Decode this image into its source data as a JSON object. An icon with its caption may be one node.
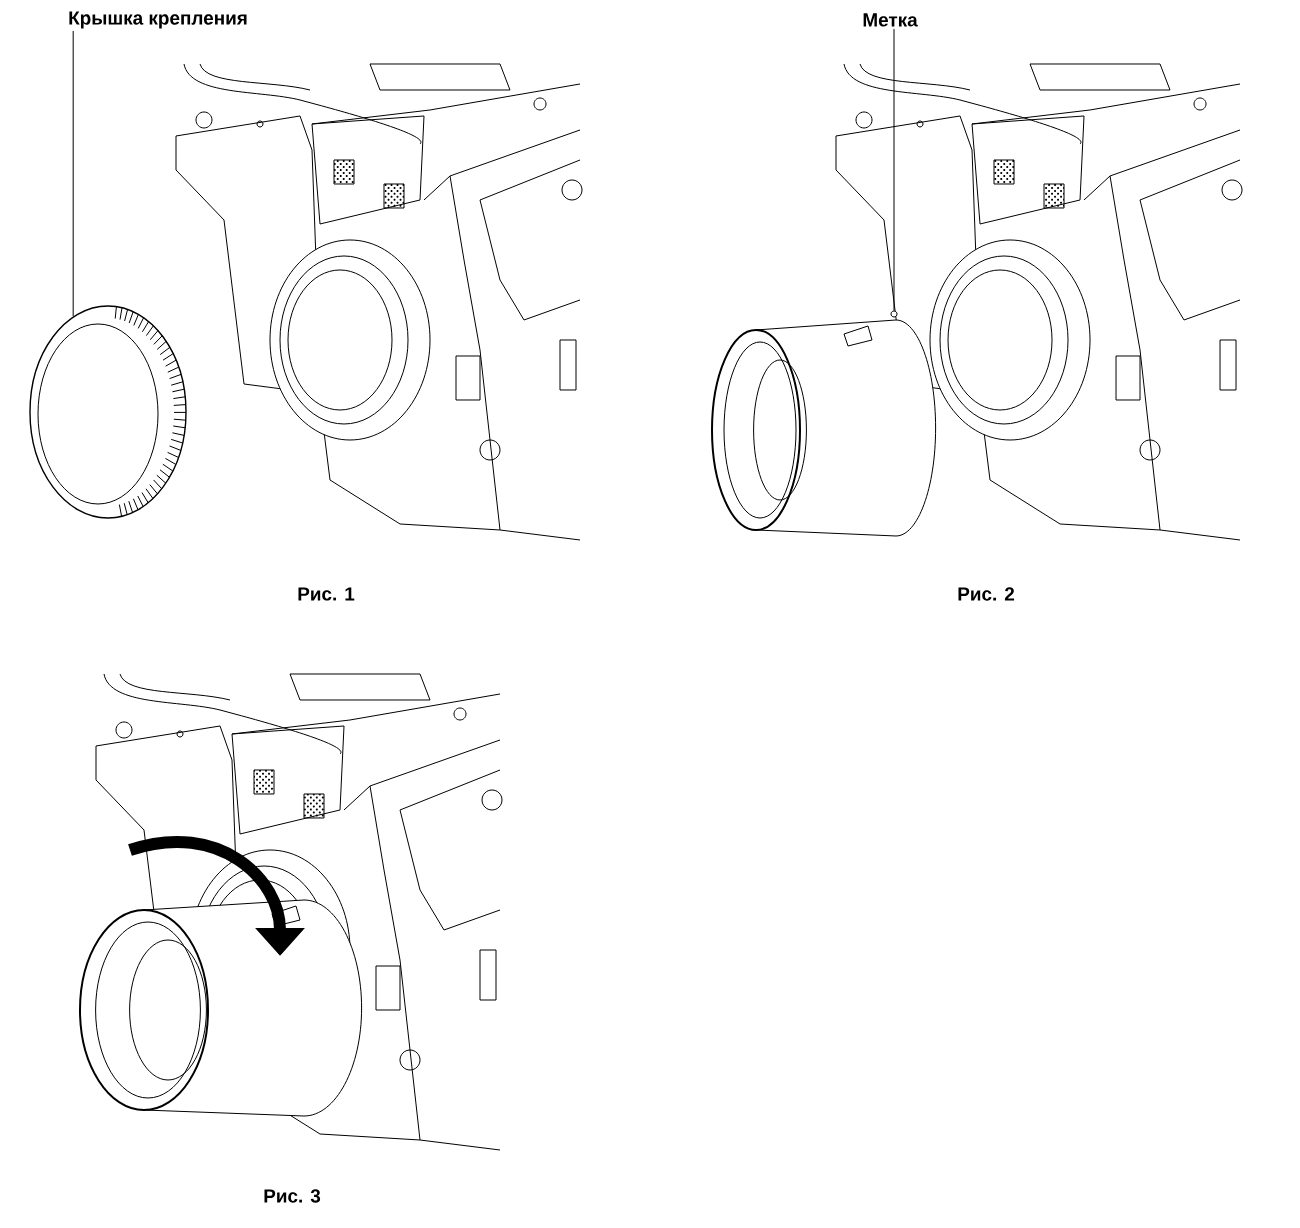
{
  "diagram": {
    "nodes": [
      {
        "text": [
          "Крышка крепления"
        ]
      },
      {
        "text": [],
        "shape": "picture"
      },
      {
        "text": [
          "Метка"
        ]
      },
      {
        "text": [],
        "shape": "circle"
      }
    ],
    "edges": [
      {
        "from": 0,
        "to": 1,
        "arrow": "none"
      },
      {
        "from": 2,
        "to": 3,
        "arrow": "none"
      }
    ],
    "labels": [
      "Рис. 1",
      "Рис. 2",
      "Рис. 3"
    ]
  }
}
